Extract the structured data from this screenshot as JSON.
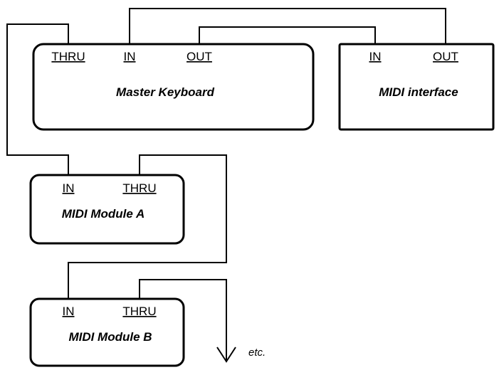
{
  "devices": {
    "master_keyboard": {
      "name": "Master Keyboard",
      "ports": {
        "thru": "THRU",
        "in": "IN",
        "out": "OUT"
      }
    },
    "midi_interface": {
      "name": "MIDI interface",
      "ports": {
        "in": "IN",
        "out": "OUT"
      }
    },
    "module_a": {
      "name": "MIDI Module A",
      "ports": {
        "in": "IN",
        "thru": "THRU"
      }
    },
    "module_b": {
      "name": "MIDI Module B",
      "ports": {
        "in": "IN",
        "thru": "THRU"
      }
    }
  },
  "connections": [
    {
      "from": "midi_interface.out",
      "to": "master_keyboard.in"
    },
    {
      "from": "master_keyboard.out",
      "to": "midi_interface.in"
    },
    {
      "from": "master_keyboard.thru",
      "to": "module_a.in"
    },
    {
      "from": "module_a.thru",
      "to": "module_b.in"
    },
    {
      "from": "module_b.thru",
      "to": "continuation"
    }
  ],
  "continuation_label": "etc."
}
